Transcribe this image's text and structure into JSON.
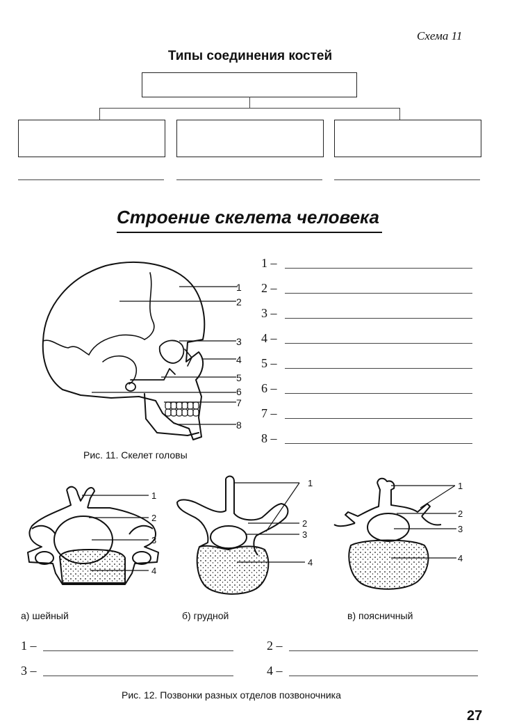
{
  "header": {
    "scheme_label": "Схема 11"
  },
  "joints": {
    "title": "Типы соединения костей"
  },
  "skeleton": {
    "title": "Строение скелета человека"
  },
  "fig11": {
    "numbers": [
      "1",
      "2",
      "3",
      "4",
      "5",
      "6",
      "7",
      "8"
    ],
    "answer_labels": [
      "1 –",
      "2 –",
      "3 –",
      "4 –",
      "5 –",
      "6 –",
      "7 –",
      "8 –"
    ],
    "caption": "Рис. 11. Скелет головы"
  },
  "fig12": {
    "cervical": {
      "numbers": [
        "1",
        "2",
        "3",
        "4"
      ],
      "label": "а) шейный"
    },
    "thoracic": {
      "numbers": [
        "1",
        "2",
        "3",
        "4"
      ],
      "label": "б) грудной"
    },
    "lumbar": {
      "numbers": [
        "1",
        "2",
        "3",
        "4"
      ],
      "label": "в) поясничный"
    },
    "answer_labels": [
      "1 –",
      "2 –",
      "3 –",
      "4 –"
    ],
    "caption": "Рис. 12. Позвонки разных отделов позвоночника"
  },
  "page_number": "27"
}
